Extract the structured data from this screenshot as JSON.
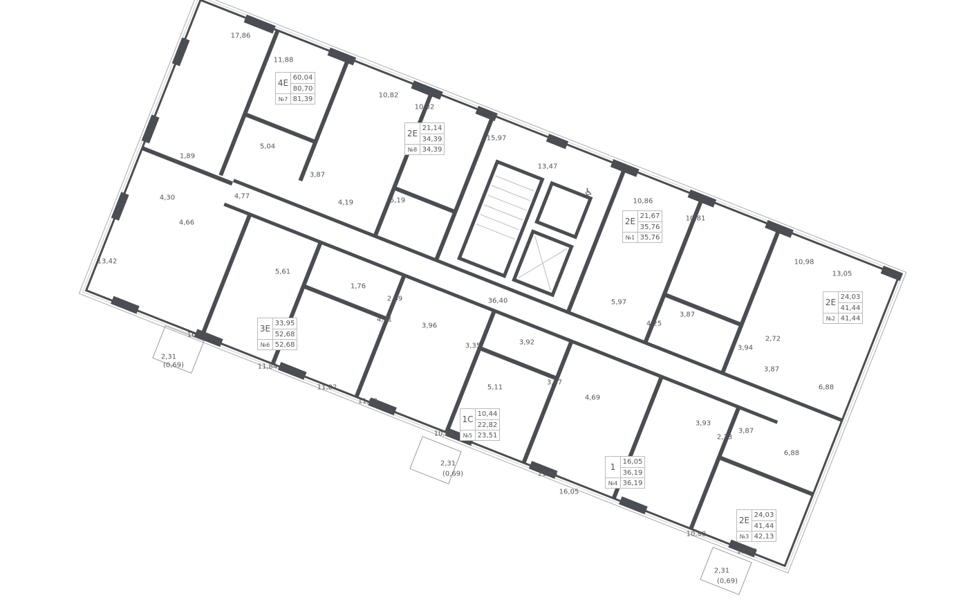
{
  "rooms": [
    "17,86",
    "11,88",
    "10,82",
    "10,32",
    "15,97",
    "13,47",
    "10,86",
    "10,81",
    "10,98",
    "13,05",
    "1,89",
    "5,04",
    "3,87",
    "4,19",
    "5,19",
    "4,30",
    "4,77",
    "4,66",
    "13,42",
    "5,61",
    "1,76",
    "2,69",
    "36,40",
    "5,97",
    "4,25",
    "3,87",
    "3,94",
    "2,72",
    "3,87",
    "6,88",
    "4,71",
    "3,96",
    "3,35",
    "3,92",
    "16,88",
    "2,31",
    "(0,69)",
    "11,84",
    "11,02",
    "11,09",
    "5,11",
    "3,87",
    "4,69",
    "3,93",
    "3,87",
    "2,73",
    "6,88",
    "10,44",
    "2,31",
    "(0,69)",
    "11,58",
    "16,05",
    "10,98",
    "13,05",
    "2,31",
    "(0,69)"
  ],
  "apartments": [
    {
      "type": "4E",
      "number": "№7",
      "living": "60,04",
      "total": "80,70",
      "total_with_balcony": "81,39"
    },
    {
      "type": "2E",
      "number": "№8",
      "living": "21,14",
      "total": "34,39",
      "total_with_balcony": "34,39"
    },
    {
      "type": "2E",
      "number": "№1",
      "living": "21,67",
      "total": "35,76",
      "total_with_balcony": "35,76"
    },
    {
      "type": "2E",
      "number": "№2",
      "living": "24,03",
      "total": "41,44",
      "total_with_balcony": "41,44"
    },
    {
      "type": "3E",
      "number": "№6",
      "living": "33,95",
      "total": "52,68",
      "total_with_balcony": "52,68"
    },
    {
      "type": "1C",
      "number": "№5",
      "living": "10,44",
      "total": "22,82",
      "total_with_balcony": "23,51"
    },
    {
      "type": "1",
      "number": "№4",
      "living": "16,05",
      "total": "36,19",
      "total_with_balcony": "36,19"
    },
    {
      "type": "2E",
      "number": "№3",
      "living": "24,03",
      "total": "41,44",
      "total_with_balcony": "42,13"
    }
  ],
  "colors": {
    "wall": "#4a4d52",
    "window": "#999999",
    "text": "#555555"
  },
  "icons": {
    "accessibility": "wheelchair-icon"
  }
}
